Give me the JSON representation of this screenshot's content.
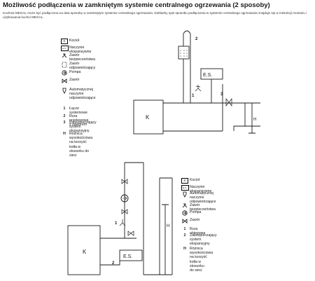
{
  "title": "Możliwość podłączenia w zamkniętym systemie centralnego ogrzewania (2 sposoby)",
  "intro": "Kuchnia MEGAL może być podłączona na dwa sposoby w zamkniętym systemie centralnego ogrzewania. Dokładny opis sposobu podłączenia w systemie centralnego ogrzewania znajduje się w instrukcji montażu i użytkowania kuchni MEGAL.",
  "legend1": {
    "symbols": [
      {
        "icon": "boiler-box-icon",
        "letter": "K",
        "label": "Kocioł"
      },
      {
        "icon": "expansion-vessel-icon",
        "letter": "E.S.",
        "label": "Naczynie ekspansywne"
      },
      {
        "icon": "safety-valve-icon",
        "letter": "",
        "label": "Zawór bezpieczeństwa"
      },
      {
        "icon": "air-vent-icon",
        "letter": "",
        "label": "Zawór odpowietrzający"
      },
      {
        "icon": "pump-icon",
        "letter": "",
        "label": "Pompa"
      },
      {
        "icon": "valve-icon",
        "letter": "",
        "label": "Zawór"
      },
      {
        "icon": "auto-vessel-icon",
        "letter": "",
        "label": "Automatycznej naczynie\nodpowietrzające"
      }
    ],
    "numbers": [
      {
        "n": "1",
        "label": "Łącze systemowe"
      },
      {
        "n": "2",
        "label": "Rura przelewowa z zaworem"
      },
      {
        "n": "3",
        "label": "Zabezpieczający system\nekspansyjny"
      },
      {
        "n": "H",
        "label": "Różnica wysokościowa\nna korzyść kotła w stosunku do sieci"
      }
    ]
  },
  "legend2": {
    "symbols": [
      {
        "icon": "boiler-box-icon",
        "letter": "K",
        "label": "Kocioł"
      },
      {
        "icon": "expansion-vessel-icon",
        "letter": "E.S.",
        "label": "Naczynie ekspansywne"
      },
      {
        "icon": "auto-vessel-icon",
        "letter": "",
        "label": "Automatycznej naczynie\nodpowietrzające"
      },
      {
        "icon": "safety-valve-icon",
        "letter": "",
        "label": "Zawór bezpieczeństwa"
      },
      {
        "icon": "pump-icon",
        "letter": "",
        "label": "Pompa"
      },
      {
        "icon": "valve-icon",
        "letter": "",
        "label": "Zawór"
      }
    ],
    "numbers": [
      {
        "n": "1",
        "label": "Rura obiegowa"
      },
      {
        "n": "2",
        "label": "Zabezpieczający system\nekspansyjny"
      },
      {
        "n": "H",
        "label": "Różnica wysokościowa\nna korzyść kotła w stosunku\ndo sieci"
      }
    ]
  },
  "diagram1": {
    "boiler": "K",
    "es": "E.S.",
    "label1": "1",
    "label2": "2",
    "label3": "3",
    "labelH": "H"
  },
  "diagram2": {
    "boiler": "K",
    "es": "E.S.",
    "label1": "1",
    "label2": "2",
    "labelH": "H"
  }
}
